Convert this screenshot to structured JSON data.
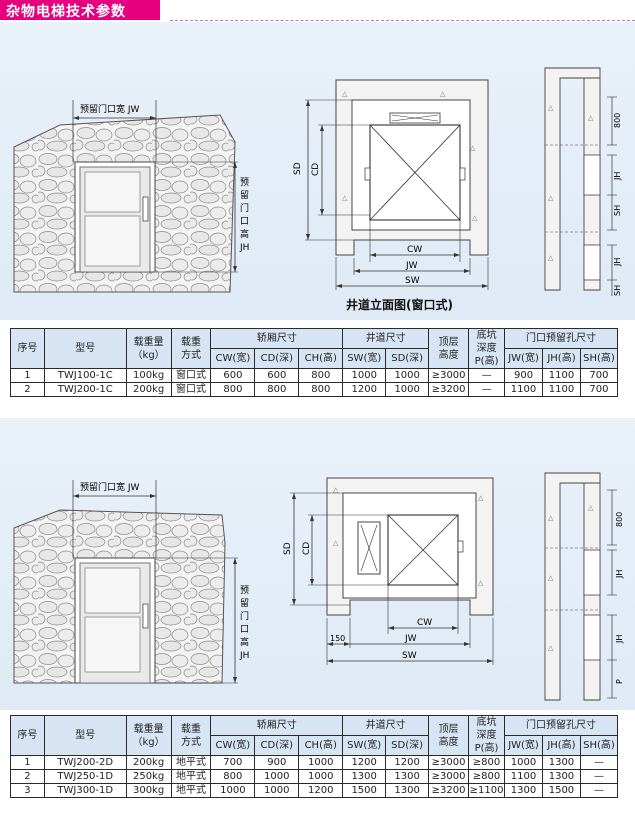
{
  "header": {
    "title": "杂物电梯技术参数"
  },
  "section1": {
    "labels": {
      "door_width": "预留门口宽 JW",
      "door_height": [
        "预",
        "留",
        "门",
        "口",
        "高",
        "JH"
      ],
      "sd": "SD",
      "cd": "CD",
      "cw": "CW",
      "jw": "JW",
      "sw": "SW",
      "dim800": "800",
      "jh": "JH",
      "sh": "SH"
    },
    "caption": "井道立面图(窗口式)"
  },
  "section2": {
    "labels": {
      "door_width": "预留门口宽 JW",
      "door_height": [
        "预",
        "留",
        "门",
        "口",
        "高",
        "JH"
      ],
      "sd": "SD",
      "cd": "CD",
      "cw": "CW",
      "jw": "JW",
      "sw": "SW",
      "dim150": "150",
      "dim800": "800",
      "jh": "JH",
      "p": "P"
    }
  },
  "table_headers": {
    "seq": "序号",
    "model": "型号",
    "load": "载重量",
    "load_unit": "（kg）",
    "method": [
      "载重",
      "方式"
    ],
    "car": "轿厢尺寸",
    "shaft": "井道尺寸",
    "top": [
      "顶层",
      "高度"
    ],
    "pit": [
      "底坑",
      "深度",
      "P(高)"
    ],
    "door": "门口预留孔尺寸",
    "sub": [
      "CW(宽)",
      "CD(深)",
      "CH(高)",
      "SW(宽)",
      "SD(深)",
      "JW(宽)",
      "JH(高)",
      "SH(高)"
    ]
  },
  "table1": {
    "rows": [
      [
        "1",
        "TWJ100-1C",
        "100kg",
        "窗口式",
        "600",
        "600",
        "800",
        "1000",
        "1000",
        "≥3000",
        "—",
        "900",
        "1100",
        "700"
      ],
      [
        "2",
        "TWJ200-1C",
        "200kg",
        "窗口式",
        "800",
        "800",
        "800",
        "1200",
        "1000",
        "≥3200",
        "—",
        "1100",
        "1100",
        "700"
      ]
    ]
  },
  "table2": {
    "rows": [
      [
        "1",
        "TWJ200-2D",
        "200kg",
        "地平式",
        "700",
        "900",
        "1000",
        "1200",
        "1200",
        "≥3000",
        "≥800",
        "1000",
        "1300",
        "—"
      ],
      [
        "2",
        "TWJ250-1D",
        "250kg",
        "地平式",
        "800",
        "1000",
        "1000",
        "1300",
        "1300",
        "≥3000",
        "≥800",
        "1100",
        "1300",
        "—"
      ],
      [
        "3",
        "TWJ300-1D",
        "300kg",
        "地平式",
        "1000",
        "1000",
        "1200",
        "1500",
        "1300",
        "≥3200",
        "≥1100",
        "1300",
        "1500",
        "—"
      ]
    ]
  }
}
